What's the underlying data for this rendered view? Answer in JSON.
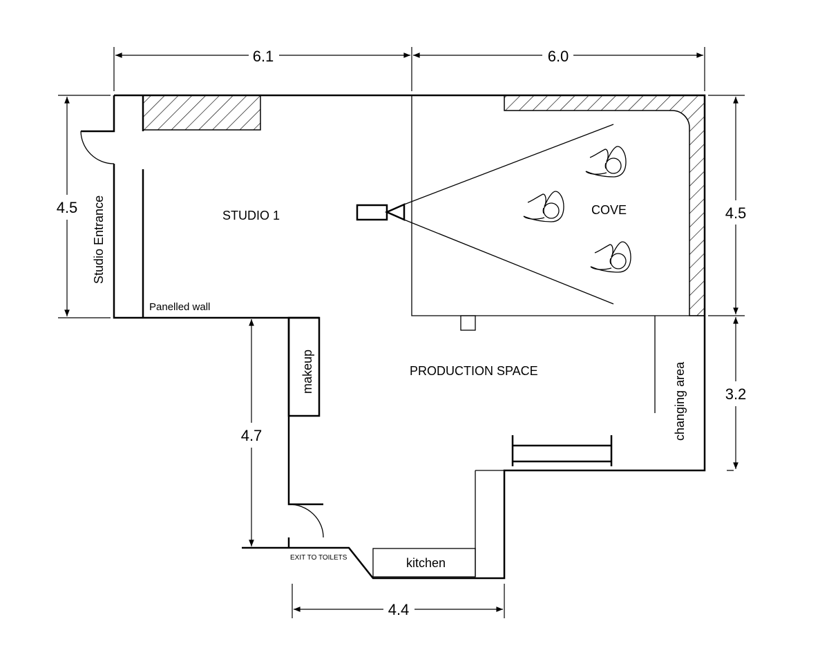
{
  "title": "Studio floor plan",
  "rooms": {
    "studio": "STUDIO 1",
    "cove": "COVE",
    "production": "PRODUCTION SPACE",
    "makeup": "makeup",
    "kitchen": "kitchen",
    "changing": "changing area",
    "entrance": "Studio Entrance",
    "panelled": "Panelled wall",
    "exit": "EXIT TO TOILETS"
  },
  "dimensions": {
    "top_left": "6.1",
    "top_right": "6.0",
    "left": "4.5",
    "right_upper": "4.5",
    "right_lower": "3.2",
    "middle": "4.7",
    "bottom": "4.4"
  }
}
